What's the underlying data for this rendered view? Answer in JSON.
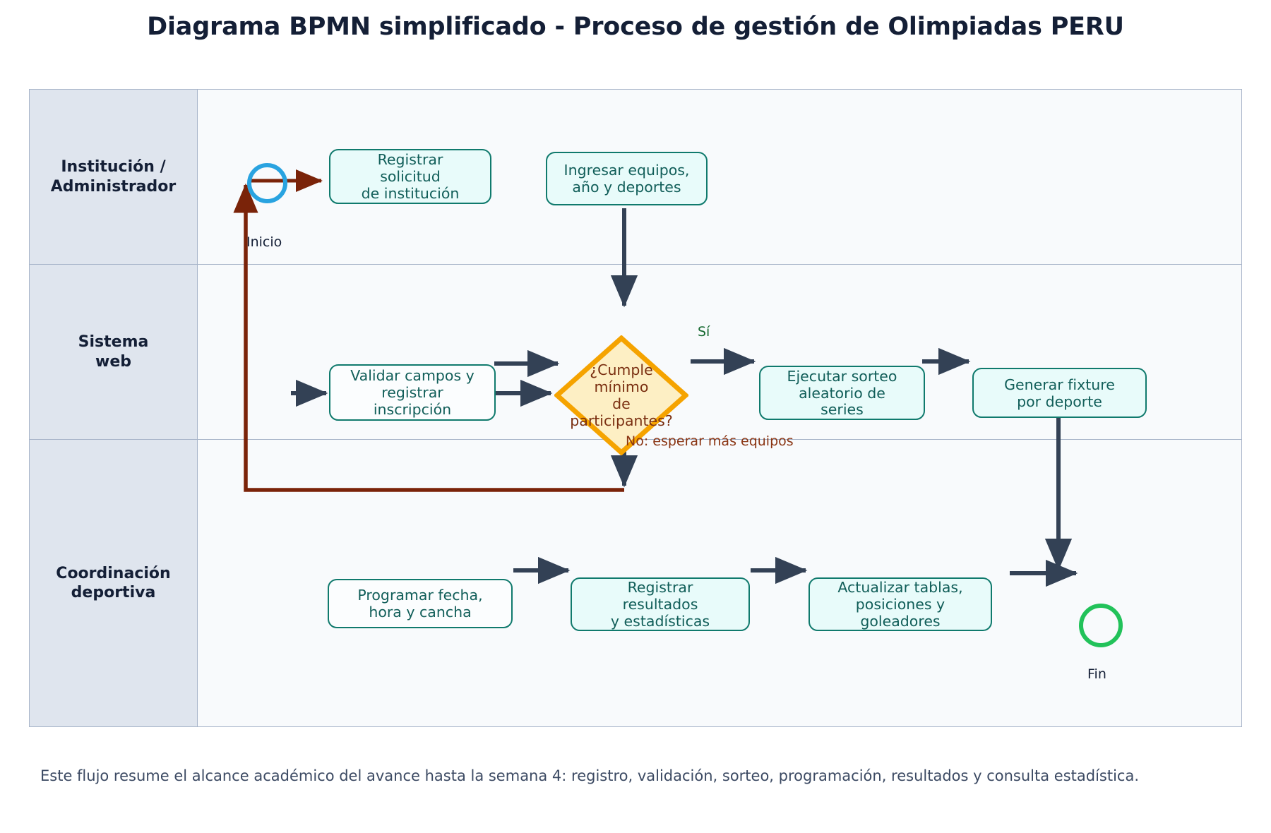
{
  "title": "Diagrama BPMN simplificado - Proceso de gestión de Olimpiadas PERU",
  "caption": "Este flujo resume el alcance académico del avance hasta la semana 4: registro, validación, sorteo, programación, resultados y consulta estadística.",
  "colors": {
    "lane_header_bg": "#dfe5ee",
    "lane_border": "#a7b4c9",
    "pool_bg": "#f8fafc",
    "task_border": "#107a6d",
    "task_fill": "#e8fbfa",
    "task_text": "#115e59",
    "gateway_border": "#f5a300",
    "gateway_fill": "#fdefc4",
    "gateway_text": "#7a2f11",
    "start_event": "#29a3e0",
    "end_event": "#22c25a",
    "flow_arrow": "#334155",
    "loop_arrow": "#7a2309",
    "yes_label": "#14682f",
    "no_label": "#8a3412",
    "title_text": "#141f36",
    "caption_text": "#3c4a63"
  },
  "lanes": [
    {
      "id": "lane-institucion",
      "title": "Institución /\nAdministrador"
    },
    {
      "id": "lane-sistema",
      "title": "Sistema\nweb"
    },
    {
      "id": "lane-coordinacion",
      "title": "Coordinación\ndeportiva"
    }
  ],
  "events": [
    {
      "id": "start",
      "type": "start",
      "label": "Inicio",
      "lane": "lane-institucion"
    },
    {
      "id": "end",
      "type": "end",
      "label": "Fin",
      "lane": "lane-coordinacion"
    }
  ],
  "tasks": [
    {
      "id": "t1",
      "lane": "lane-institucion",
      "label": "Registrar\nsolicitud\nde institución",
      "fill": "cyan"
    },
    {
      "id": "t2",
      "lane": "lane-institucion",
      "label": "Ingresar equipos,\naño y deportes",
      "fill": "cyan"
    },
    {
      "id": "t3",
      "lane": "lane-sistema",
      "label": "Validar campos y\nregistrar\ninscripción",
      "fill": "plain"
    },
    {
      "id": "t4",
      "lane": "lane-sistema",
      "label": "Ejecutar sorteo\naleatorio de\nseries",
      "fill": "cyan"
    },
    {
      "id": "t5",
      "lane": "lane-sistema",
      "label": "Generar fixture\npor deporte",
      "fill": "cyan"
    },
    {
      "id": "t6",
      "lane": "lane-coordinacion",
      "label": "Programar fecha,\nhora y cancha",
      "fill": "plain"
    },
    {
      "id": "t7",
      "lane": "lane-coordinacion",
      "label": "Registrar\nresultados\ny estadísticas",
      "fill": "cyan"
    },
    {
      "id": "t8",
      "lane": "lane-coordinacion",
      "label": "Actualizar tablas,\nposiciones y\ngoleadores",
      "fill": "cyan"
    }
  ],
  "gateways": [
    {
      "id": "g1",
      "lane": "lane-sistema",
      "label": "¿Cumple\nmínimo\nde\nparticipantes?"
    }
  ],
  "flow_labels": [
    {
      "id": "lbl-inicio",
      "text": "Inicio"
    },
    {
      "id": "lbl-si",
      "text": "Sí"
    },
    {
      "id": "lbl-no",
      "text": "No: esperar más equipos"
    }
  ]
}
